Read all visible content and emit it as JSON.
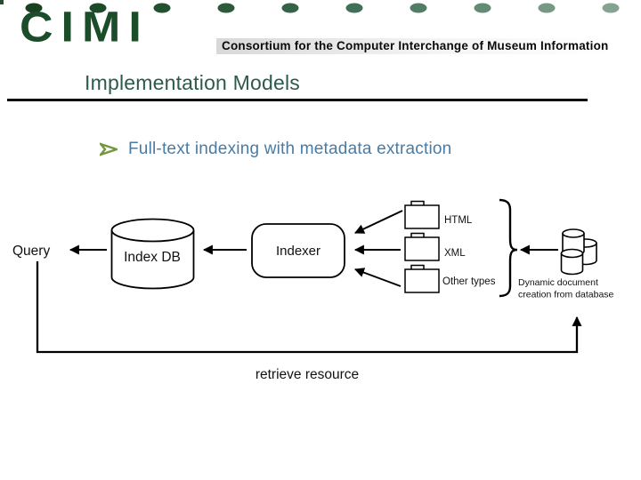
{
  "slide": {
    "logo_text": "CIMI",
    "subtitle": "Consortium for the Computer Interchange of Museum Information",
    "title": "Implementation Models",
    "bullet_text": "Full-text indexing with metadata extraction",
    "bullet_icon": "arrowhead-right"
  },
  "colors": {
    "logo_green": "#1b4d2b",
    "title_green": "#2d5a4e",
    "bullet_blue": "#4a7ba3",
    "bullet_marker_green": "#73973f",
    "diagram_stroke": "#000000"
  },
  "header_dots": [
    "#17411f",
    "#1d4a29",
    "#21512e",
    "#2c5a3a",
    "#356348",
    "#426f57",
    "#527d65",
    "#648b74",
    "#779983",
    "#86a290"
  ],
  "diagram": {
    "query_label": "Query",
    "index_db_label": "Index DB",
    "indexer_label": "Indexer",
    "sources": [
      {
        "label": "HTML"
      },
      {
        "label": "XML"
      },
      {
        "label": "Other types"
      }
    ],
    "note_line1": "Dynamic document",
    "note_line2": "creation from database",
    "retrieve_label": "retrieve resource"
  }
}
